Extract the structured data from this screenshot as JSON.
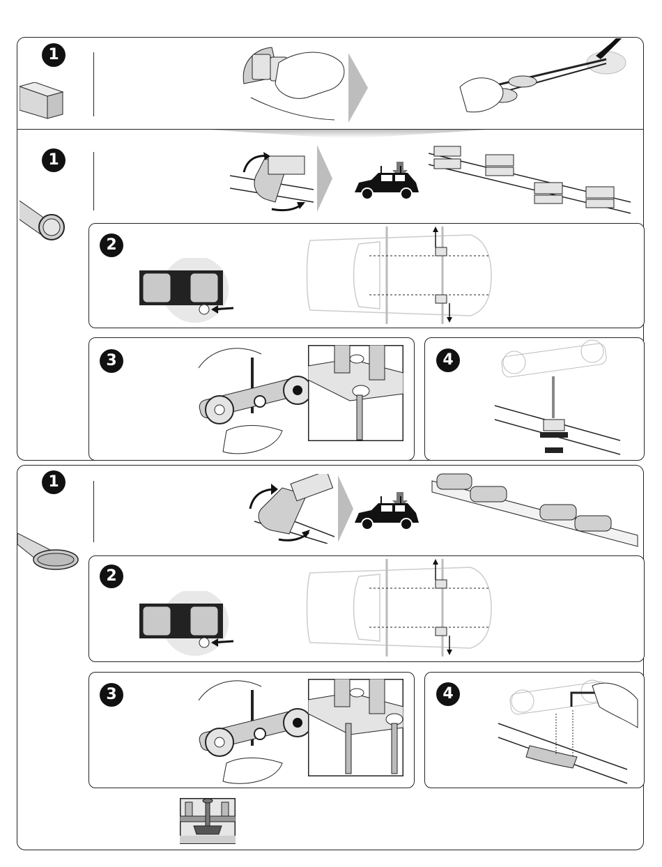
{
  "sections": [
    {
      "id": "square-bar",
      "steps": [
        {
          "number": "1"
        }
      ]
    },
    {
      "id": "round-bar",
      "steps": [
        {
          "number": "1"
        },
        {
          "number": "2"
        },
        {
          "number": "3"
        },
        {
          "number": "4"
        }
      ]
    },
    {
      "id": "aero-bar",
      "steps": [
        {
          "number": "1"
        },
        {
          "number": "2"
        },
        {
          "number": "3"
        },
        {
          "number": "4"
        }
      ]
    }
  ],
  "colors": {
    "line": "#222222",
    "light_gray": "#d9d9d9",
    "arrow_gray": "#bdbdbd",
    "dark": "#111111"
  }
}
